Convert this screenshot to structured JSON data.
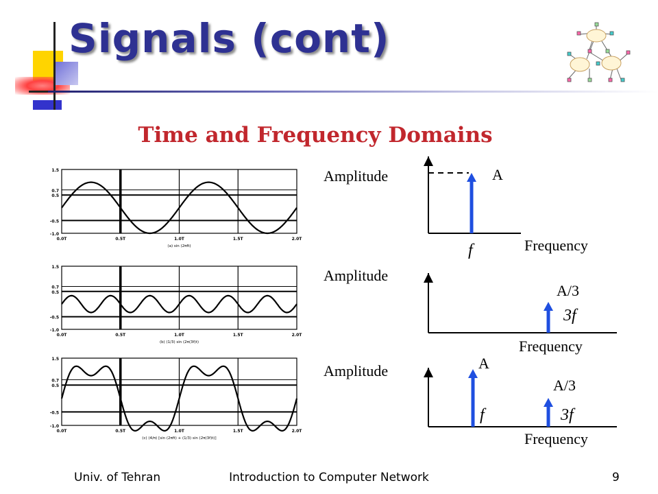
{
  "title": "Signals (cont)",
  "figure": {
    "heading": "Time and Frequency Domains",
    "time_axis": {
      "y_ticks": [
        "1.5",
        "0.7",
        "0.5",
        "-0.5",
        "-1.0"
      ],
      "x_ticks": [
        "0.0T",
        "0.5T",
        "1.0T",
        "1.5T",
        "2.0T"
      ],
      "captions": [
        "(a) sin (2πft)",
        "(b) (1/3) sin (2π(3f)t)",
        "(c) (4/π) [sin (2πft) + (1/3) sin (2π(3f)t)]"
      ]
    },
    "spectra": [
      {
        "y_label": "Amplitude",
        "x_label": "Frequency",
        "lines": [
          {
            "label": "A",
            "freq_label": "f",
            "freq": 1,
            "amplitude": 1
          }
        ]
      },
      {
        "y_label": "Amplitude",
        "x_label": "Frequency",
        "lines": [
          {
            "label": "A/3",
            "freq_label": "3f",
            "freq": 3,
            "amplitude": 0.3333
          }
        ]
      },
      {
        "y_label": "Amplitude",
        "x_label": "Frequency",
        "lines": [
          {
            "label": "A",
            "freq_label": "f",
            "freq": 1,
            "amplitude": 1
          },
          {
            "label": "A/3",
            "freq_label": "3f",
            "freq": 3,
            "amplitude": 0.3333
          }
        ]
      }
    ]
  },
  "footer": {
    "left": "Univ. of Tehran",
    "center": "Introduction to Computer Network",
    "page": "9"
  },
  "colors": {
    "title": "#2e3192",
    "heading": "#c1272d",
    "arrow": "#1f4fe0",
    "accent_yellow": "#ffd400",
    "accent_red": "#e8202a",
    "accent_blue": "#3333cc"
  },
  "icons": [
    "corner-squares-decoration",
    "network-clouds-icon"
  ]
}
